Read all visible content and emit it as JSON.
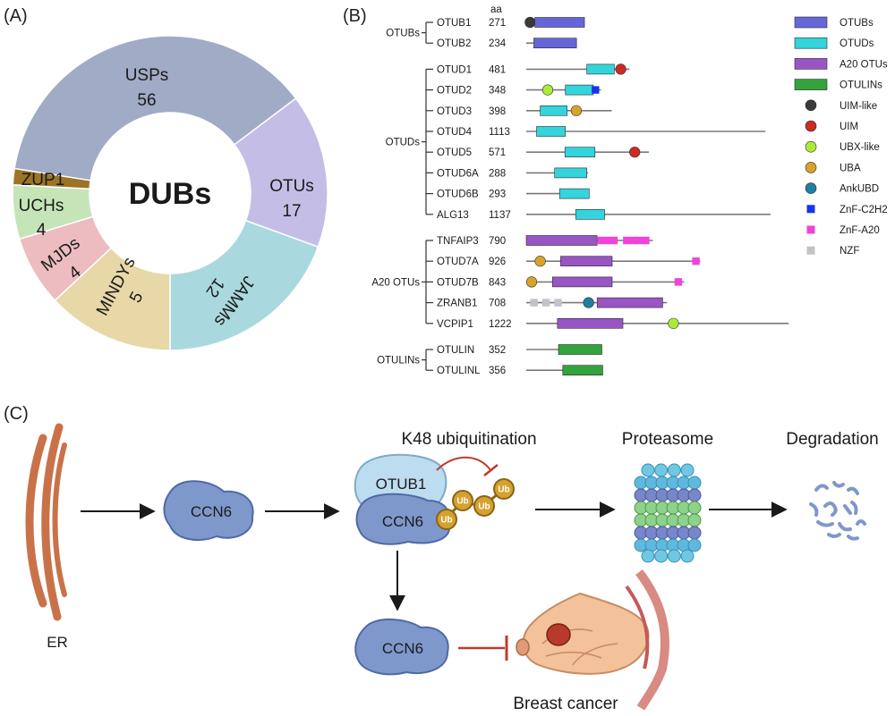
{
  "panels": {
    "a": "(A)",
    "b": "(B)",
    "c": "(C)"
  },
  "donut": {
    "center_label": "DUBs",
    "segments": [
      {
        "name": "USPs",
        "value": "56",
        "color": "#a0abc6"
      },
      {
        "name": "OTUs",
        "value": "17",
        "color": "#c4bee6"
      },
      {
        "name": "JAMMs",
        "value": "12",
        "color": "#a9d9df"
      },
      {
        "name": "MINDYs",
        "value": "5",
        "color": "#e8d8a8"
      },
      {
        "name": "MJDs",
        "value": "4",
        "color": "#ecbcc0"
      },
      {
        "name": "UCHs",
        "value": "4",
        "color": "#c5e5b8"
      },
      {
        "name": "ZUP1",
        "value": "",
        "color": "#9c7424"
      }
    ]
  },
  "domains": {
    "aa_header": "aa",
    "groups": [
      {
        "name": "OTUBs",
        "proteins": [
          {
            "name": "OTUB1",
            "aa": "271",
            "length": 271,
            "domains": [
              {
                "type": "uim-like",
                "pos": 18
              },
              {
                "type": "otub",
                "start": 40,
                "end": 271
              }
            ]
          },
          {
            "name": "OTUB2",
            "aa": "234",
            "length": 234,
            "domains": [
              {
                "type": "otub",
                "start": 35,
                "end": 234
              }
            ]
          }
        ]
      },
      {
        "name": "OTUDs",
        "proteins": [
          {
            "name": "OTUD1",
            "aa": "481",
            "length": 481,
            "domains": [
              {
                "type": "otud",
                "start": 282,
                "end": 410
              },
              {
                "type": "uim",
                "pos": 440
              }
            ]
          },
          {
            "name": "OTUD2",
            "aa": "348",
            "length": 348,
            "domains": [
              {
                "type": "ubx-like",
                "pos": 100
              },
              {
                "type": "otud",
                "start": 182,
                "end": 312
              },
              {
                "type": "znf-c2h2",
                "pos": 322
              }
            ]
          },
          {
            "name": "OTUD3",
            "aa": "398",
            "length": 398,
            "domains": [
              {
                "type": "otud",
                "start": 65,
                "end": 190
              },
              {
                "type": "uba",
                "pos": 233
              }
            ]
          },
          {
            "name": "OTUD4",
            "aa": "1113",
            "length": 1113,
            "domains": [
              {
                "type": "otud",
                "start": 48,
                "end": 182
              }
            ]
          },
          {
            "name": "OTUD5",
            "aa": "571",
            "length": 571,
            "domains": [
              {
                "type": "otud",
                "start": 180,
                "end": 320
              },
              {
                "type": "uim",
                "pos": 505
              }
            ]
          },
          {
            "name": "OTUD6A",
            "aa": "288",
            "length": 288,
            "domains": [
              {
                "type": "otud",
                "start": 132,
                "end": 282
              }
            ]
          },
          {
            "name": "OTUD6B",
            "aa": "293",
            "length": 293,
            "domains": [
              {
                "type": "otud",
                "start": 155,
                "end": 293
              }
            ]
          },
          {
            "name": "ALG13",
            "aa": "1137",
            "length": 1137,
            "domains": [
              {
                "type": "otud",
                "start": 230,
                "end": 365
              }
            ]
          }
        ]
      },
      {
        "name": "A20 OTUs",
        "proteins": [
          {
            "name": "TNFAIP3",
            "aa": "790",
            "length": 590,
            "domains": [
              {
                "type": "a20",
                "start": 0,
                "end": 330
              },
              {
                "type": "znf-a20",
                "pos": 350
              },
              {
                "type": "znf-a20",
                "pos": 380
              },
              {
                "type": "znf-a20",
                "pos": 408
              },
              {
                "type": "znf-a20",
                "pos": 468
              },
              {
                "type": "znf-a20",
                "pos": 498
              },
              {
                "type": "znf-a20",
                "pos": 526
              },
              {
                "type": "znf-a20",
                "pos": 556
              }
            ]
          },
          {
            "name": "OTUD7A",
            "aa": "926",
            "length": 810,
            "domains": [
              {
                "type": "uba",
                "pos": 65
              },
              {
                "type": "a20",
                "start": 160,
                "end": 400
              },
              {
                "type": "znf-a20",
                "pos": 790
              }
            ]
          },
          {
            "name": "OTUD7B",
            "aa": "843",
            "length": 735,
            "domains": [
              {
                "type": "uba",
                "pos": 25
              },
              {
                "type": "a20",
                "start": 122,
                "end": 400
              },
              {
                "type": "znf-a20",
                "pos": 708
              }
            ]
          },
          {
            "name": "ZRANB1",
            "aa": "708",
            "length": 655,
            "domains": [
              {
                "type": "nzf",
                "pos": 36
              },
              {
                "type": "nzf",
                "pos": 92
              },
              {
                "type": "nzf",
                "pos": 148
              },
              {
                "type": "ankubd",
                "pos": 290
              },
              {
                "type": "a20",
                "start": 330,
                "end": 635
              }
            ]
          },
          {
            "name": "VCPIP1",
            "aa": "1222",
            "length": 1222,
            "domains": [
              {
                "type": "a20",
                "start": 145,
                "end": 450
              },
              {
                "type": "ubx-like",
                "pos": 685
              }
            ]
          }
        ]
      },
      {
        "name": "OTULINs",
        "proteins": [
          {
            "name": "OTULIN",
            "aa": "352",
            "length": 352,
            "domains": [
              {
                "type": "otulin",
                "start": 150,
                "end": 352
              }
            ]
          },
          {
            "name": "OTULINL",
            "aa": "356",
            "length": 356,
            "domains": [
              {
                "type": "otulin",
                "start": 170,
                "end": 356
              }
            ]
          }
        ]
      }
    ]
  },
  "legend": [
    {
      "key": "otub",
      "label": "OTUBs",
      "shape": "rect",
      "color": "#6666d9"
    },
    {
      "key": "otud",
      "label": "OTUDs",
      "shape": "rect",
      "color": "#33d4dc"
    },
    {
      "key": "a20",
      "label": "A20 OTUs",
      "shape": "rect",
      "color": "#9955c4"
    },
    {
      "key": "otulin",
      "label": "OTULINs",
      "shape": "rect",
      "color": "#33a33d"
    },
    {
      "key": "uim-like",
      "label": "UIM-like",
      "shape": "circle",
      "color": "#3a3a3a"
    },
    {
      "key": "uim",
      "label": "UIM",
      "shape": "circle",
      "color": "#cc2a24"
    },
    {
      "key": "ubx-like",
      "label": "UBX-like",
      "shape": "circle",
      "color": "#a9ec38"
    },
    {
      "key": "uba",
      "label": "UBA",
      "shape": "circle",
      "color": "#d9a22a"
    },
    {
      "key": "ankubd",
      "label": "AnkUBD",
      "shape": "circle",
      "color": "#1f7fa2"
    },
    {
      "key": "znf-c2h2",
      "label": "ZnF-C2H2",
      "shape": "square",
      "color": "#1736e6"
    },
    {
      "key": "znf-a20",
      "label": "ZnF-A20",
      "shape": "square",
      "color": "#ee44d8"
    },
    {
      "key": "nzf",
      "label": "NZF",
      "shape": "square",
      "color": "#c2c2c8"
    }
  ],
  "pathway": {
    "er_label": "ER",
    "ccn6_label": "CCN6",
    "otub1_label": "OTUB1",
    "ub_label": "Ub",
    "k48_label": "K48 ubiquitination",
    "proteasome_label": "Proteasome",
    "degradation_label": "Degradation",
    "breast_cancer_label": "Breast cancer"
  }
}
